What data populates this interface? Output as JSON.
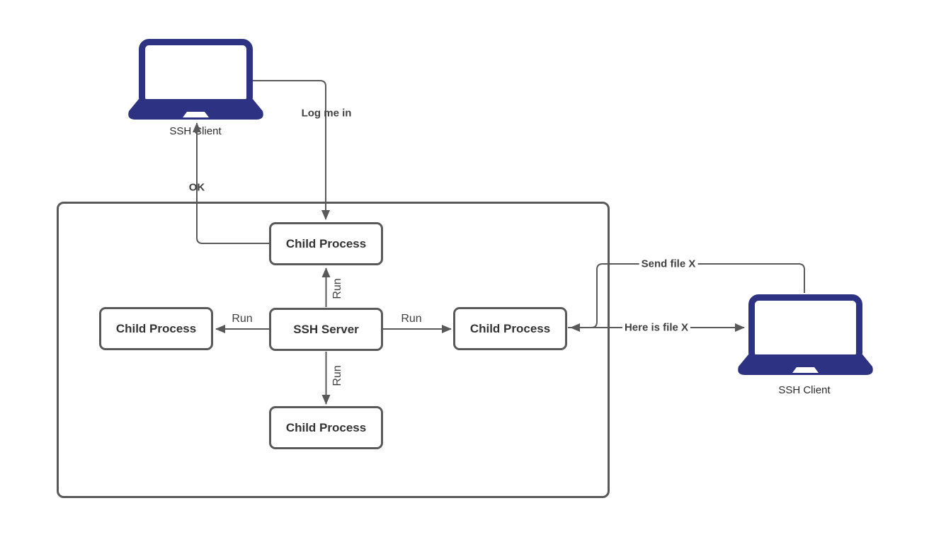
{
  "diagram": {
    "title": "SSH client-server process diagram",
    "colors": {
      "line": "#595959",
      "box_border": "#595959",
      "box_text": "#333333",
      "laptop": "#2d3282",
      "background": "#ffffff",
      "edge_text": "#404040"
    },
    "nodes": {
      "client_left": {
        "label": "SSH Client",
        "icon": "laptop-icon"
      },
      "client_right": {
        "label": "SSH Client",
        "icon": "laptop-icon"
      },
      "server": {
        "label": "SSH Server"
      },
      "child_top": {
        "label": "Child Process"
      },
      "child_left": {
        "label": "Child Process"
      },
      "child_right": {
        "label": "Child Process"
      },
      "child_bottom": {
        "label": "Child Process"
      }
    },
    "edges": {
      "log_me_in": {
        "label": "Log me in",
        "from": "client_left",
        "to": "child_top"
      },
      "ok": {
        "label": "OK",
        "from": "child_top",
        "to": "client_left"
      },
      "run_top": {
        "label": "Run",
        "from": "server",
        "to": "child_top"
      },
      "run_left": {
        "label": "Run",
        "from": "server",
        "to": "child_left"
      },
      "run_right": {
        "label": "Run",
        "from": "server",
        "to": "child_right"
      },
      "run_bottom": {
        "label": "Run",
        "from": "server",
        "to": "child_bottom"
      },
      "send_file": {
        "label": "Send file X",
        "from": "client_right",
        "to": "child_right"
      },
      "here_is_file": {
        "label": "Here is file X",
        "from": "child_right",
        "to": "client_right"
      }
    }
  }
}
